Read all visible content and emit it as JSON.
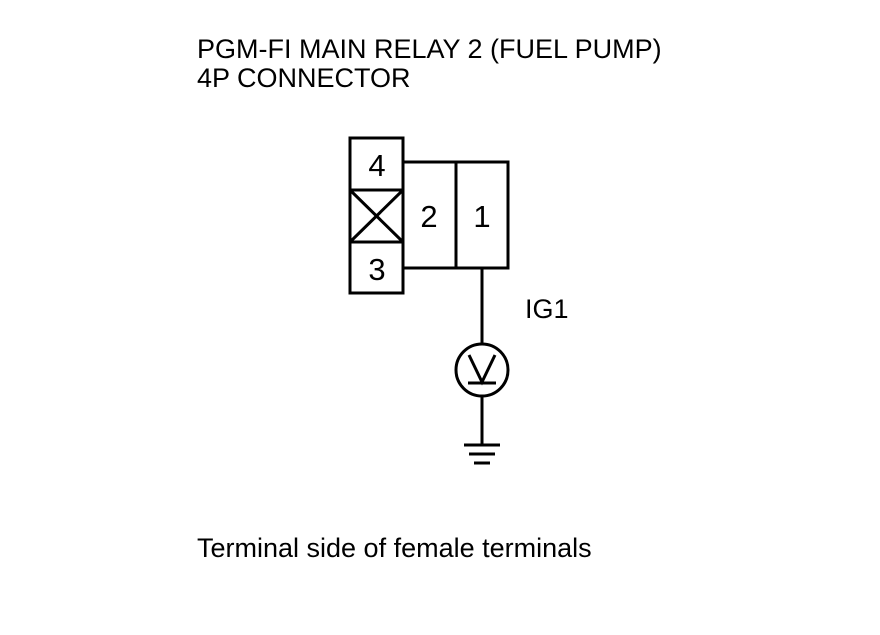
{
  "title": {
    "line1": "PGM-FI MAIN RELAY 2 (FUEL PUMP)",
    "line2": "4P CONNECTOR"
  },
  "connector": {
    "pins": {
      "p4": "4",
      "p3": "3",
      "p2": "2",
      "p1": "1"
    },
    "unused_cavity_symbol": "x-cross"
  },
  "signal_label": "IG1",
  "meter_symbol": "voltmeter",
  "ground_symbol": "ground",
  "caption": "Terminal side of female terminals"
}
